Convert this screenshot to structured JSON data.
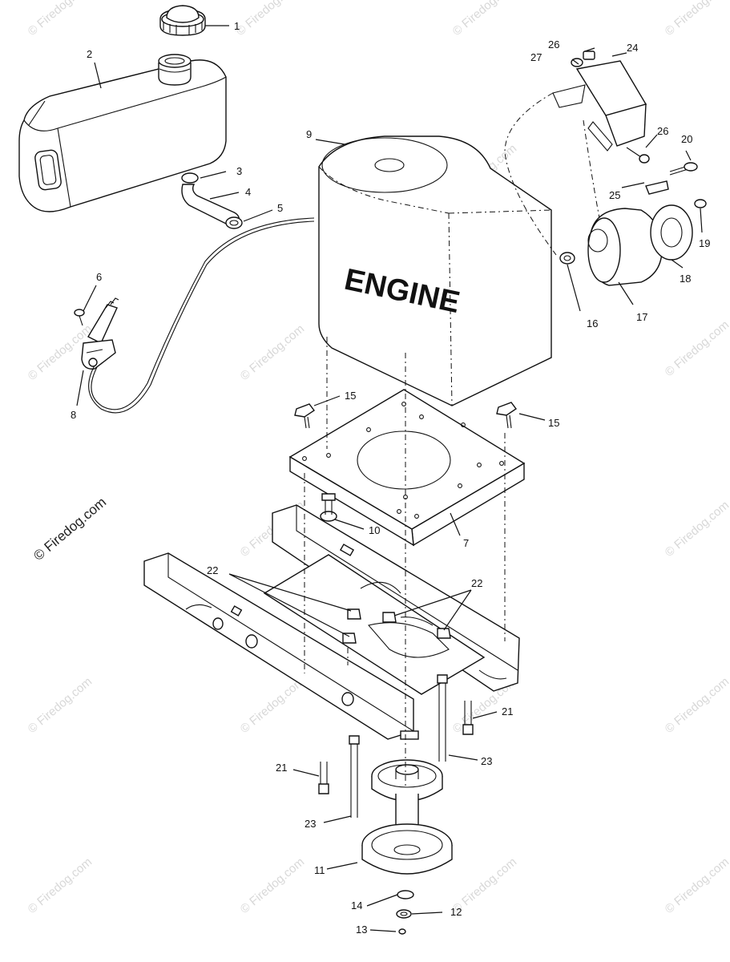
{
  "diagram": {
    "engine_label": "ENGINE",
    "watermark": "© Firedog.com",
    "watermark_main": "© Firedog.com",
    "callouts": [
      {
        "id": "c1",
        "text": "1"
      },
      {
        "id": "c2",
        "text": "2"
      },
      {
        "id": "c3",
        "text": "3"
      },
      {
        "id": "c4",
        "text": "4"
      },
      {
        "id": "c5",
        "text": "5"
      },
      {
        "id": "c6",
        "text": "6"
      },
      {
        "id": "c7",
        "text": "7"
      },
      {
        "id": "c8",
        "text": "8"
      },
      {
        "id": "c9",
        "text": "9"
      },
      {
        "id": "c10",
        "text": "10"
      },
      {
        "id": "c11",
        "text": "11"
      },
      {
        "id": "c12",
        "text": "12"
      },
      {
        "id": "c13",
        "text": "13"
      },
      {
        "id": "c14",
        "text": "14"
      },
      {
        "id": "c15a",
        "text": "15"
      },
      {
        "id": "c15b",
        "text": "15"
      },
      {
        "id": "c16",
        "text": "16"
      },
      {
        "id": "c17",
        "text": "17"
      },
      {
        "id": "c18",
        "text": "18"
      },
      {
        "id": "c19",
        "text": "19"
      },
      {
        "id": "c20",
        "text": "20"
      },
      {
        "id": "c21a",
        "text": "21"
      },
      {
        "id": "c21b",
        "text": "21"
      },
      {
        "id": "c22a",
        "text": "22"
      },
      {
        "id": "c22b",
        "text": "22"
      },
      {
        "id": "c23a",
        "text": "23"
      },
      {
        "id": "c23b",
        "text": "23"
      },
      {
        "id": "c24",
        "text": "24"
      },
      {
        "id": "c25",
        "text": "25"
      },
      {
        "id": "c26a",
        "text": "26"
      },
      {
        "id": "c26b",
        "text": "26"
      },
      {
        "id": "c27",
        "text": "27"
      }
    ]
  }
}
